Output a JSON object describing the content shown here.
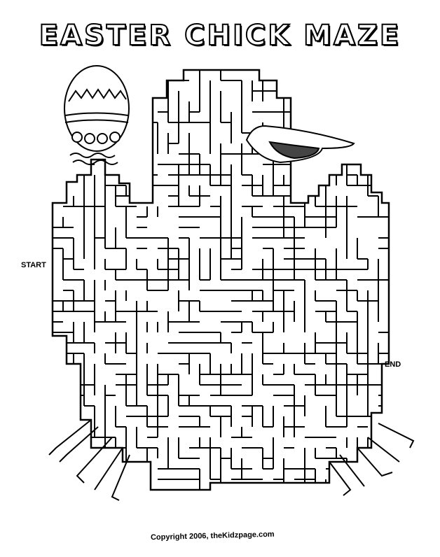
{
  "title": "EASTER CHICK MAZE",
  "labels": {
    "start": "START",
    "end": "END"
  },
  "footer": {
    "copyright": "Copyright 2006, theKidzpage.com"
  },
  "colors": {
    "ink": "#000000",
    "paper": "#ffffff",
    "beak_shadow": "#444444"
  },
  "icons": [
    "easter-egg-icon",
    "chick-beak-icon"
  ]
}
